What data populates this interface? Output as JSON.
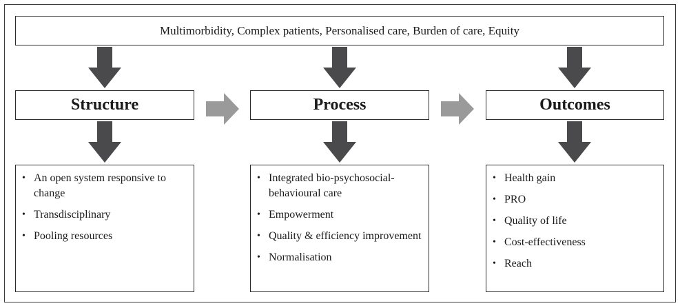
{
  "header": {
    "themes": "Multimorbidity, Complex patients, Personalised care, Burden of care, Equity"
  },
  "columns": [
    {
      "title": "Structure",
      "items": [
        "An open system responsive to change",
        "Transdisciplinary",
        "Pooling resources"
      ]
    },
    {
      "title": "Process",
      "items": [
        "Integrated bio-psychosocial-behavioural care",
        "Empowerment",
        "Quality & efficiency improvement",
        "Normalisation"
      ]
    },
    {
      "title": "Outcomes",
      "items": [
        "Health gain",
        "PRO",
        "Quality of life",
        "Cost-effectiveness",
        "Reach"
      ]
    }
  ],
  "colors": {
    "down_arrow": "#4a4a4c",
    "right_arrow": "#9a9a9a",
    "border": "#2a2a2a"
  }
}
